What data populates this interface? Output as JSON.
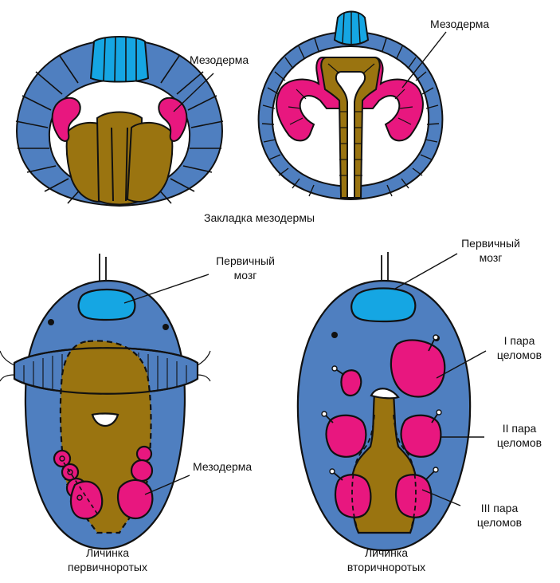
{
  "labels": {
    "mesoderm_top_left": "Мезодерма",
    "mesoderm_top_right": "Мезодерма",
    "mesoderm_origin": "Закладка мезодермы",
    "primary_brain_left_1": "Первичный",
    "primary_brain_left_2": "мозг",
    "primary_brain_right_1": "Первичный",
    "primary_brain_right_2": "мозг",
    "mesoderm_bottom_left": "Мезодерма",
    "coelom_pair_1_a": "I пара",
    "coelom_pair_1_b": "целомов",
    "coelom_pair_2_a": "II пара",
    "coelom_pair_2_b": "целомов",
    "coelom_pair_3_a": "III пара",
    "coelom_pair_3_b": "целомов",
    "protostome_larva_1": "Личинка",
    "protostome_larva_2": "первичноротых",
    "deuterostome_larva_1": "Личинка",
    "deuterostome_larva_2": "вторичноротых"
  },
  "colors": {
    "ectoderm_blue": "#4f7fc0",
    "brain_cyan": "#15a6e3",
    "endoderm_olive": "#9a7410",
    "mesoderm_magenta": "#e8177f",
    "outline": "#111111"
  }
}
